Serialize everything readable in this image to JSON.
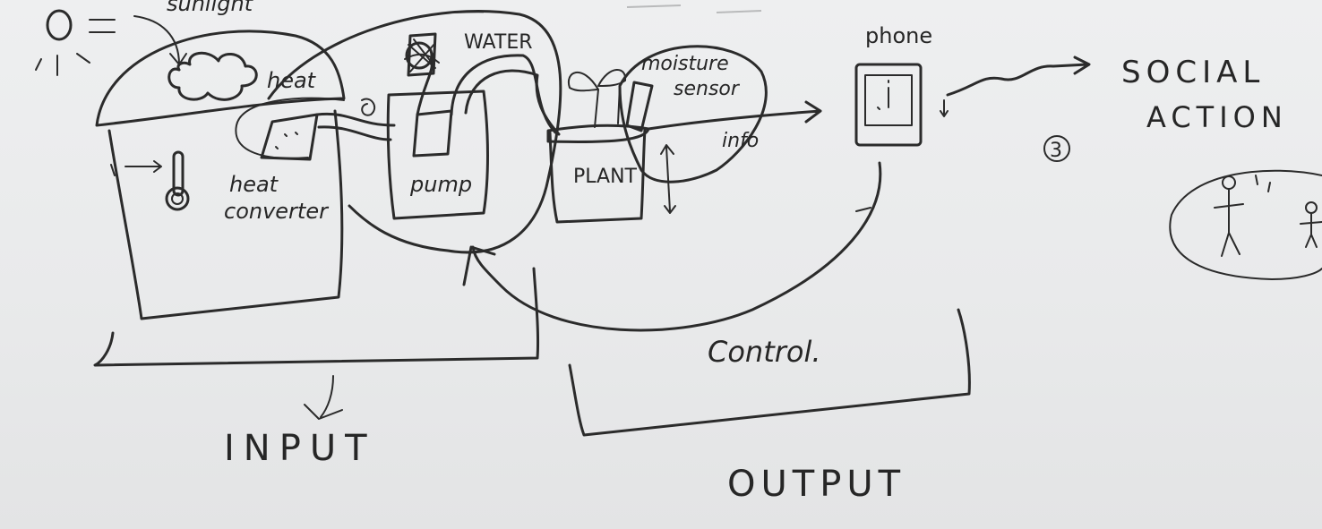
{
  "labels": {
    "sunlight": "sunlight",
    "heat": "heat",
    "water": "WATER",
    "moisture": "moisture",
    "sensor": "sensor",
    "phone": "phone",
    "social_1": "SOCIAL",
    "social_2": "ACTION",
    "step_number": "3",
    "heat_converter_1": "heat",
    "heat_converter_2": "converter",
    "pump": "pump",
    "plant": "PLANT",
    "info": "info",
    "control": "Control.",
    "input": "INPUT",
    "output": "OUTPUT"
  },
  "colors": {
    "ink": "#2b2b2b",
    "paper": "#eceded"
  }
}
